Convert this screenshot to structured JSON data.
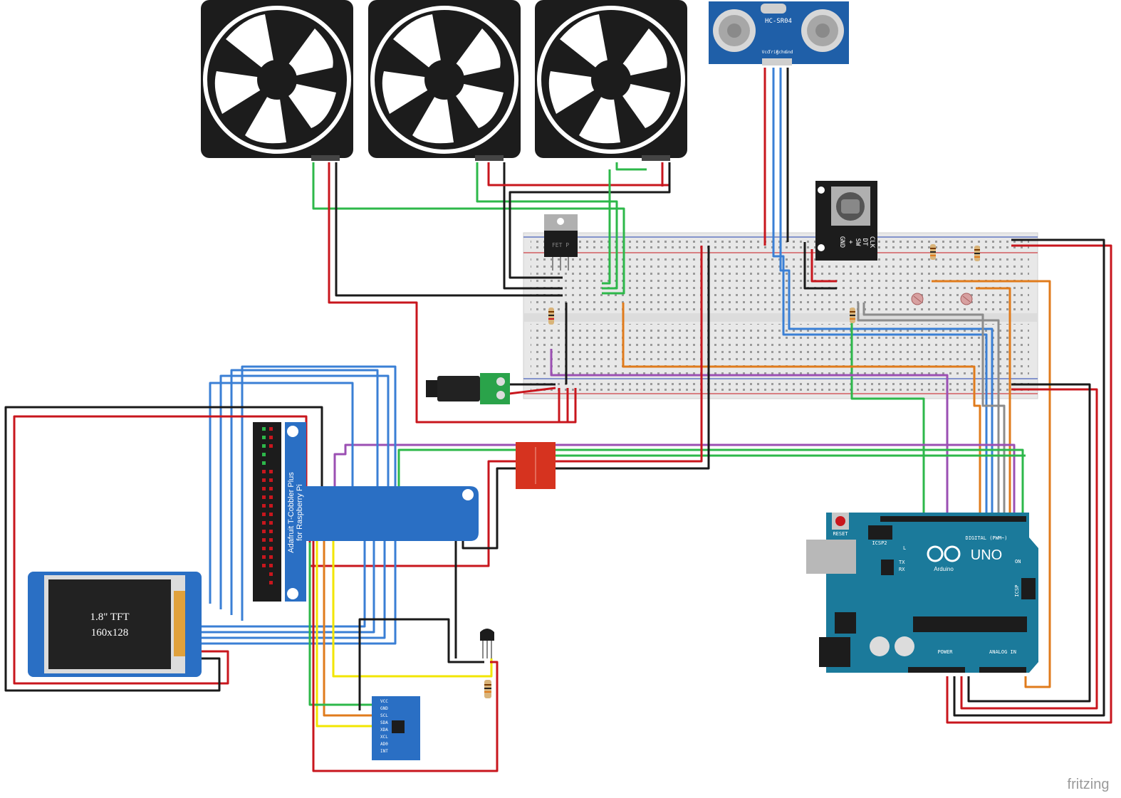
{
  "tft": {
    "line1": "1.8\" TFT",
    "line2": "160x128"
  },
  "cobbler": {
    "line1": "Adafruit T-Cobbler Plus",
    "line2": "for Raspberry Pi"
  },
  "sonar": {
    "label": "HC-SR04",
    "pins": [
      "Vcc",
      "Trig",
      "Echo",
      "Gnd"
    ]
  },
  "encoder": {
    "pins": [
      "CLK",
      "DT",
      "SW",
      "+",
      "GND"
    ]
  },
  "mosfet": {
    "label": "FET P"
  },
  "arduino": {
    "brand": "UNO",
    "maker": "Arduino",
    "reset": "RESET",
    "icsp2": "ICSP2",
    "icsp": "ICSP",
    "digital": "DIGITAL (PWM~)",
    "power": "POWER",
    "analog": "ANALOG IN",
    "leds": [
      "L",
      "TX",
      "RX"
    ],
    "on": "ON"
  },
  "imu": {
    "pins": [
      "VCC",
      "GND",
      "SCL",
      "SDA",
      "XDA",
      "XCL",
      "AD0",
      "INT"
    ]
  },
  "footer": {
    "brand": "fritzing"
  },
  "colors": {
    "red": "#c8161d",
    "black": "#1a1a1a",
    "green": "#2db84a",
    "blue": "#3a7fd5",
    "orange": "#e07b1c",
    "purple": "#9b4fb3",
    "yellow": "#f2e600",
    "gray": "#8c8c8c",
    "board_blue": "#1f5fa8",
    "arduino_teal": "#1b7a9b"
  }
}
